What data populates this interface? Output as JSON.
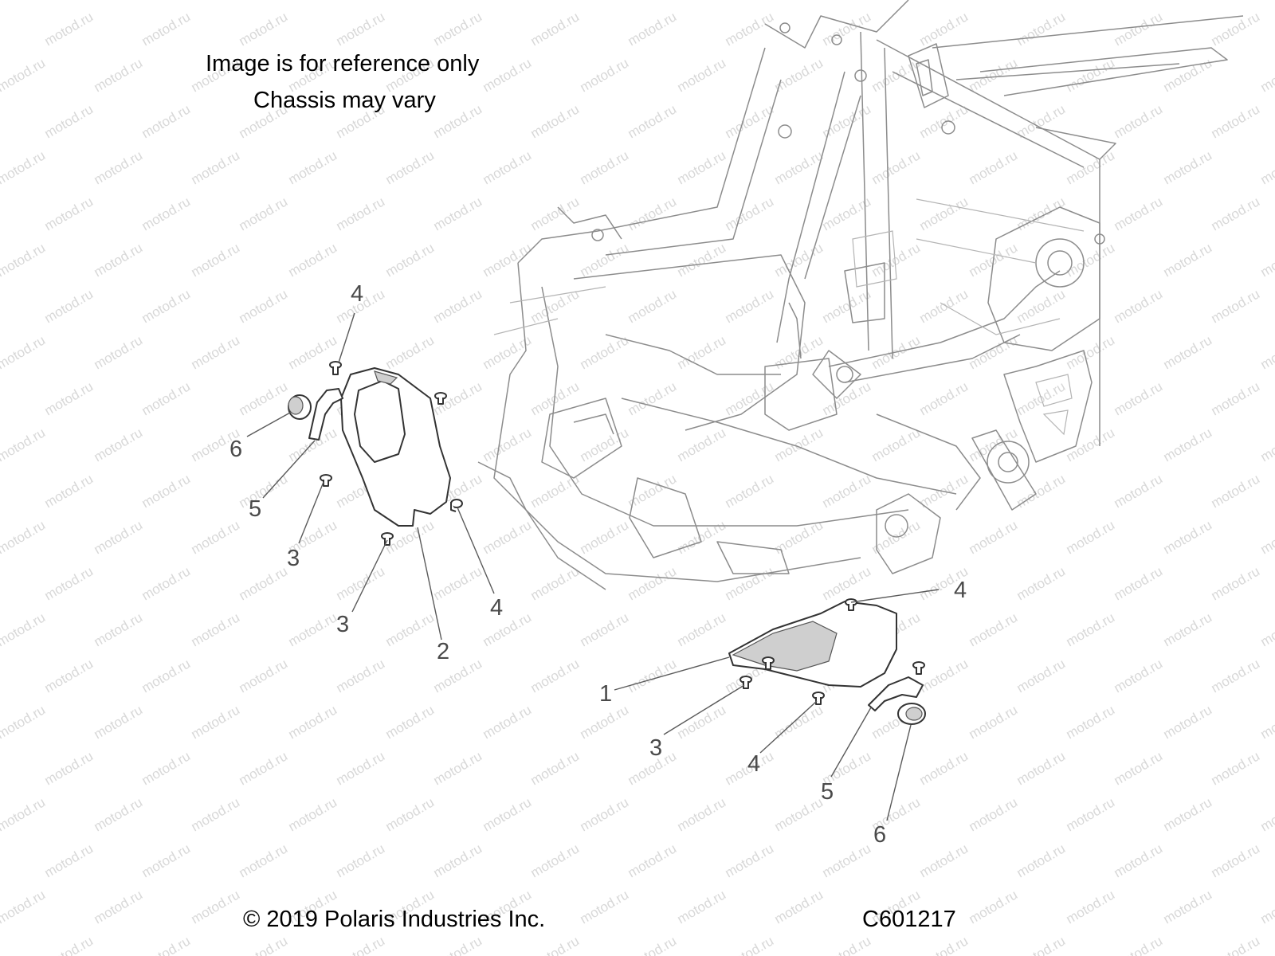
{
  "notes": {
    "line1": "Image is for reference only",
    "line2": "Chassis may vary"
  },
  "footer": {
    "copyright": "© 2019 Polaris Industries Inc.",
    "figure_code": "C601217"
  },
  "watermark": "motod.ru",
  "callouts": {
    "left_assembly": [
      "4",
      "6",
      "5",
      "3",
      "3",
      "4",
      "2"
    ],
    "right_assembly": [
      "4",
      "1",
      "3",
      "4",
      "5",
      "6"
    ]
  }
}
